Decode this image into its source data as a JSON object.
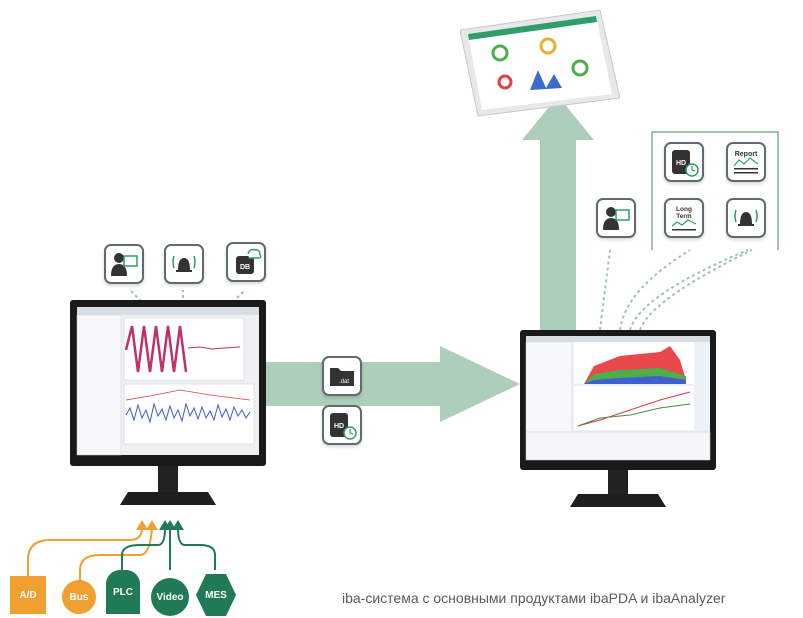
{
  "caption": "iba-система с основными продуктами ibaPDA и ibaAnalyzer",
  "sources": [
    {
      "label": "A/D",
      "color": "#f0a030"
    },
    {
      "label": "Bus",
      "color": "#f0a030"
    },
    {
      "label": "PLC",
      "color": "#1f7a55"
    },
    {
      "label": "Video",
      "color": "#1f7a55"
    },
    {
      "label": "MES",
      "color": "#1f7a55"
    }
  ],
  "icons": {
    "db_label": "DB",
    "dat_label": ".dat",
    "hd_label": "HD",
    "report_label": "Report",
    "long_term_label_1": "Long",
    "long_term_label_2": "Term"
  },
  "colors": {
    "arrow_green": "#9fc5ad",
    "icon_border": "#5f6b70",
    "orange": "#f0a030",
    "dark_green": "#1f7a55",
    "teal": "#2e9f8a"
  }
}
